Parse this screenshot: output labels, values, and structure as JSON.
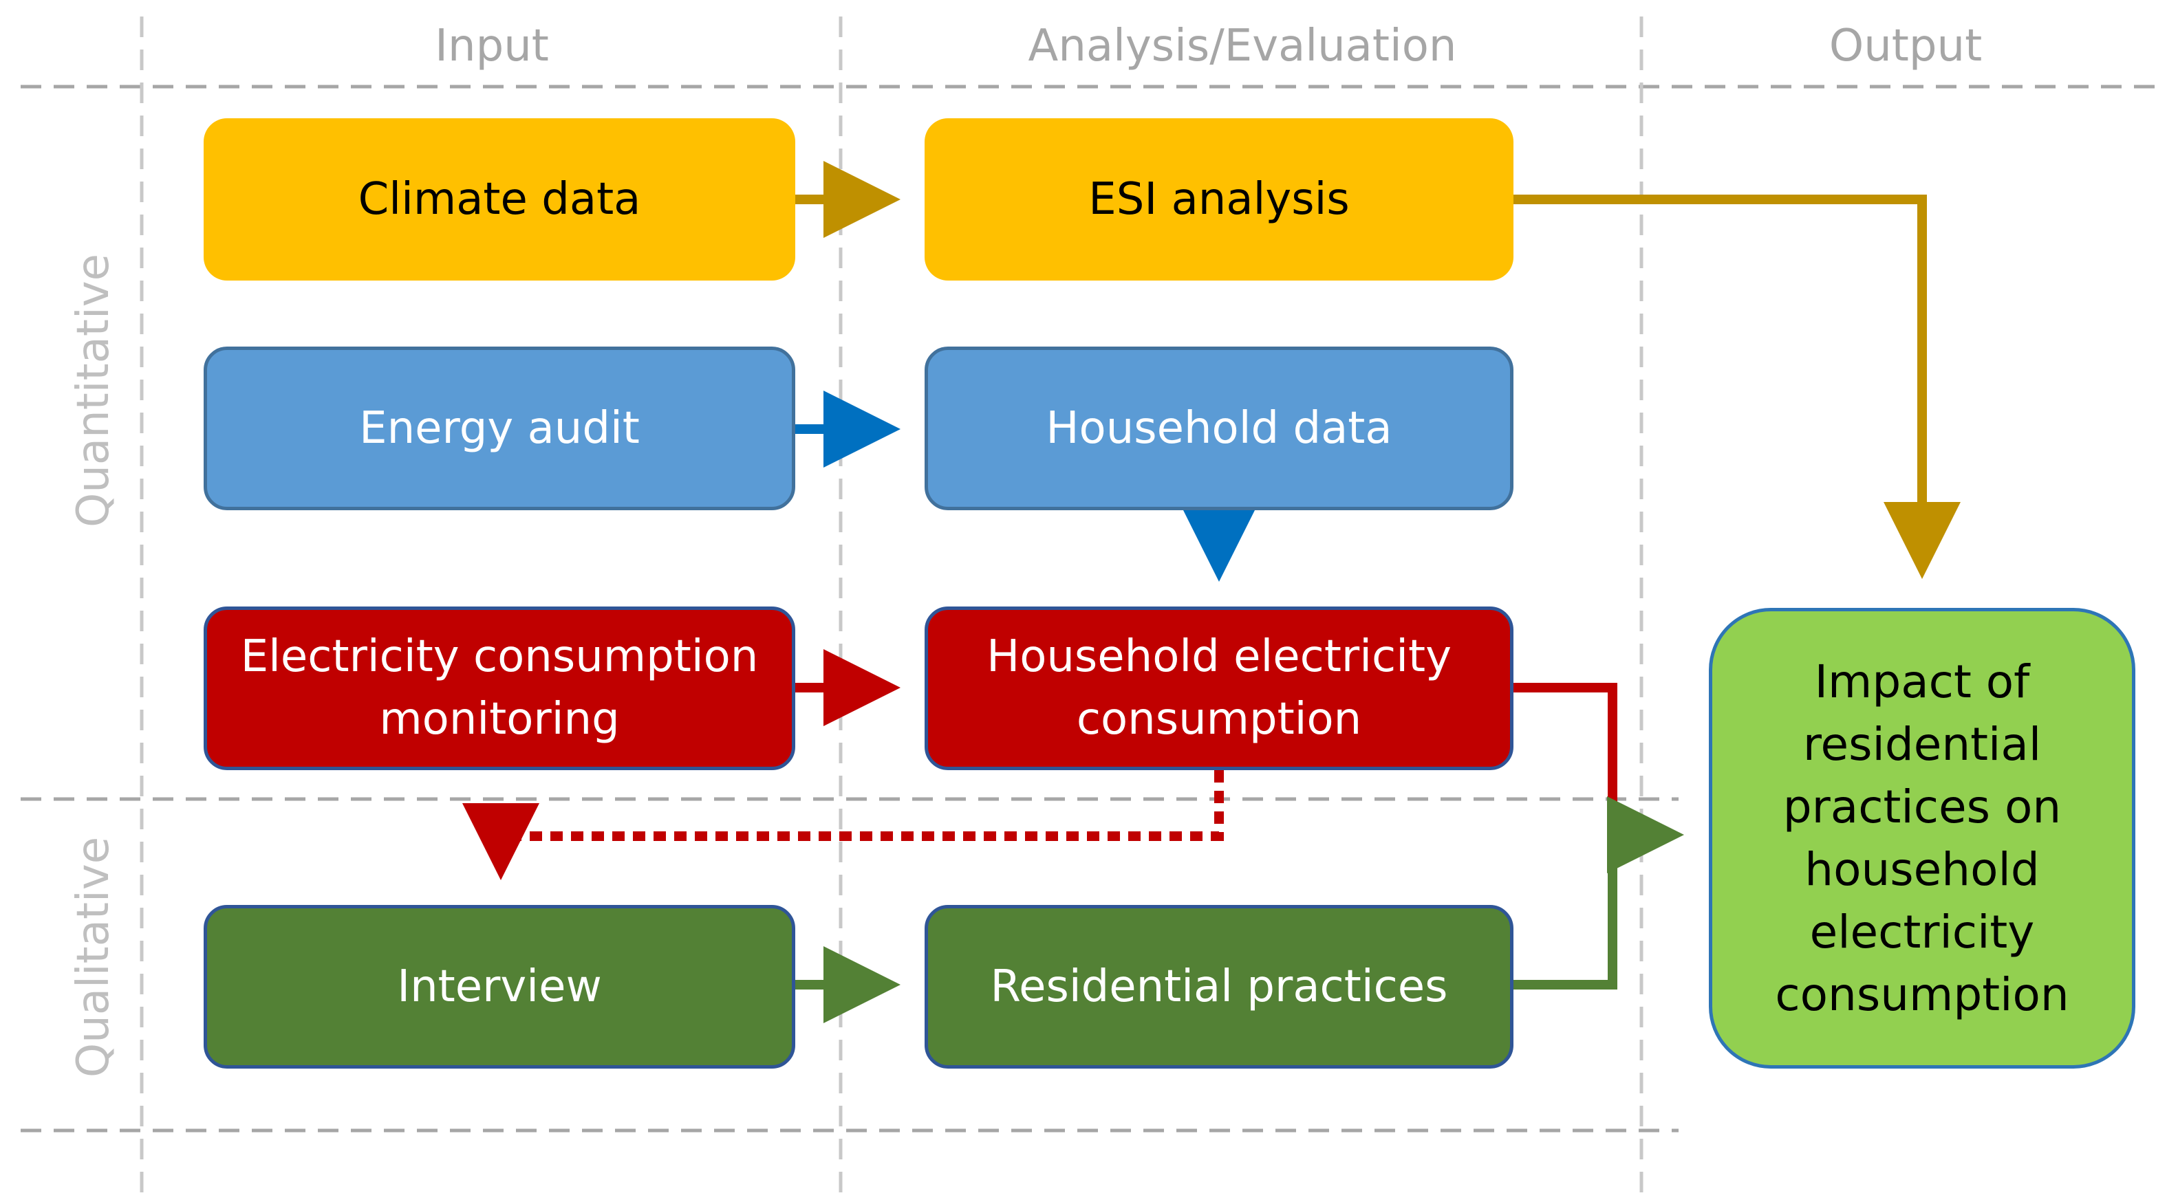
{
  "columns": {
    "input": "Input",
    "analysis": "Analysis/Evaluation",
    "output": "Output"
  },
  "rows": {
    "quantitative": "Quantitative",
    "qualitative": "Qualitative"
  },
  "nodes": {
    "climate_data": "Climate data",
    "esi_analysis": "ESI analysis",
    "energy_audit": "Energy audit",
    "household_data": "Household data",
    "electricity_monitoring": "Electricity consumption\nmonitoring",
    "household_electricity": "Household electricity\nconsumption",
    "interview": "Interview",
    "residential_practices": "Residential practices",
    "impact": "Impact of\nresidential\npractices on\nhousehold\nelectricity\nconsumption"
  },
  "colors": {
    "yellow_flow": "#bf9000",
    "blue_flow": "#0070c0",
    "red_flow": "#c00000",
    "green_flow": "#538135",
    "divider": "#a6a6a6"
  }
}
